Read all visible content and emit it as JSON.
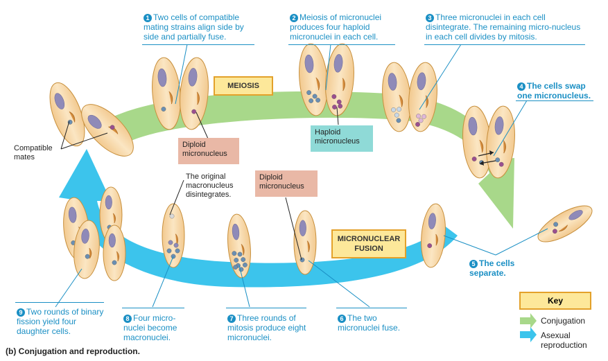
{
  "steps": [
    {
      "num": "1",
      "text": "Two cells of compatible mating strains align side by side and partially fuse."
    },
    {
      "num": "2",
      "text": "Meiosis of micronuclei produces four haploid micronuclei in each cell."
    },
    {
      "num": "3",
      "text": "Three micronuclei in each cell disintegrate. The remaining micro-nucleus in each cell divides by mitosis."
    },
    {
      "num": "4",
      "text": "The cells swap one micronucleus."
    },
    {
      "num": "5",
      "text": "The cells separate."
    },
    {
      "num": "6",
      "text": "The two micronuclei fuse."
    },
    {
      "num": "7",
      "text": "Three rounds of mitosis produce eight micronuclei."
    },
    {
      "num": "8",
      "text": "Four micro-nuclei become macronuclei."
    },
    {
      "num": "9",
      "text": "Two rounds of binary fission yield four daughter cells."
    }
  ],
  "labels": {
    "compatible_mates": "Compatible mates",
    "diploid_micronucleus_1": "Diploid micronucleus",
    "haploid_micronucleus": "Haploid micronucleus",
    "diploid_micronucleus_2": "Diploid micronucleus",
    "original_macronucleus": "The original macronucleus disintegrates."
  },
  "stages": {
    "meiosis": "MEIOSIS",
    "micronuclear_fusion": "MICRONUCLEAR FUSION"
  },
  "key": {
    "title": "Key",
    "conjugation": "Conjugation",
    "asexual": "Asexual reproduction"
  },
  "caption": "(b) Conjugation and reproduction.",
  "colors": {
    "conjugation_arrow": "#a8d88a",
    "asexual_arrow": "#3cc4ec",
    "cell_fill": "#f7d9a8",
    "cell_stroke": "#c78f3c",
    "macronucleus": "#8f8ab8",
    "callout_text": "#1a8fc4"
  }
}
